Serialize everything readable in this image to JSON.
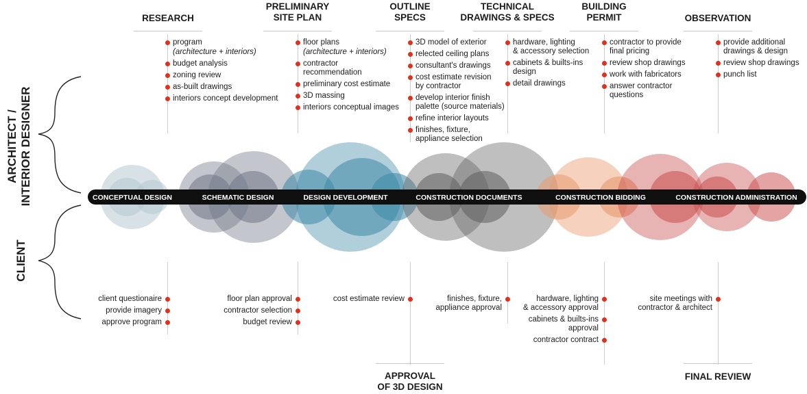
{
  "side_labels": {
    "top": [
      "ARCHITECT /",
      "INTERIOR DESIGNER"
    ],
    "bottom": "CLIENT"
  },
  "phases": [
    "CONCEPTUAL DESIGN",
    "SCHEMATIC DESIGN",
    "DESIGN DEVELOPMENT",
    "CONSTRUCTION DOCUMENTS",
    "CONSTRUCTION BIDDING",
    "CONSTRUCTION ADMINISTRATION"
  ],
  "headers": {
    "research": "RESEARCH",
    "preliminary": [
      "PRELIMINARY",
      "SITE PLAN"
    ],
    "outline": [
      "OUTLINE",
      "SPECS"
    ],
    "technical": [
      "TECHNICAL",
      "DRAWINGS & SPECS"
    ],
    "permit": [
      "BUILDING",
      "PERMIT"
    ],
    "observation": "OBSERVATION",
    "approval": [
      "APPROVAL",
      "OF 3D DESIGN"
    ],
    "final": "FINAL REVIEW"
  },
  "architect_tasks": {
    "research": [
      "program",
      "(architecture + interiors)",
      "budget analysis",
      "zoning review",
      "as-built drawings",
      "interiors concept development"
    ],
    "preliminary": [
      "floor plans",
      "(architecture + interiors)",
      "contractor",
      "recommendation",
      "preliminary cost estimate",
      "3D massing",
      "interiors conceptual images"
    ],
    "outline": [
      "3D model of exterior",
      "relected ceiling plans",
      "consultant's drawings",
      "cost estimate revision",
      "by contractor",
      "develop interior finish",
      "palette (source materials)",
      "refine interior layouts",
      "finishes, fixture,",
      "appliance selection"
    ],
    "technical": [
      "hardware, lighting",
      "& accessory selection",
      "cabinets & builts-ins",
      "design",
      "detail drawings"
    ],
    "permit": [
      "contractor to provide",
      "final pricing",
      "review shop drawings",
      "work with fabricators",
      "answer contractor",
      "questions"
    ],
    "observation": [
      "provide additional",
      "drawings & design",
      "review shop drawings",
      "punch list"
    ]
  },
  "client_tasks": {
    "research": [
      "client questionaire",
      "provide imagery",
      "approve program"
    ],
    "preliminary": [
      "floor plan approval",
      "contractor selection",
      "budget review"
    ],
    "outline": [
      "cost estimate review"
    ],
    "technical": [
      "finishes, fixture,",
      "appliance approval"
    ],
    "permit": [
      "hardware, lighting",
      "& accessory approval",
      "cabinets & builts-ins",
      "approval",
      "contractor contract"
    ],
    "observation": [
      "site meetings with",
      "contractor & architect"
    ]
  },
  "colors": {
    "conceptual": "#b7c8d2",
    "schematic": "#6f7686",
    "development": "#3c88a6",
    "documents": "#5e5e5e",
    "bidding": "#e89a6e",
    "administration": "#c94a4a",
    "bullet": "#e0301e",
    "band": "#0f0f0f"
  }
}
